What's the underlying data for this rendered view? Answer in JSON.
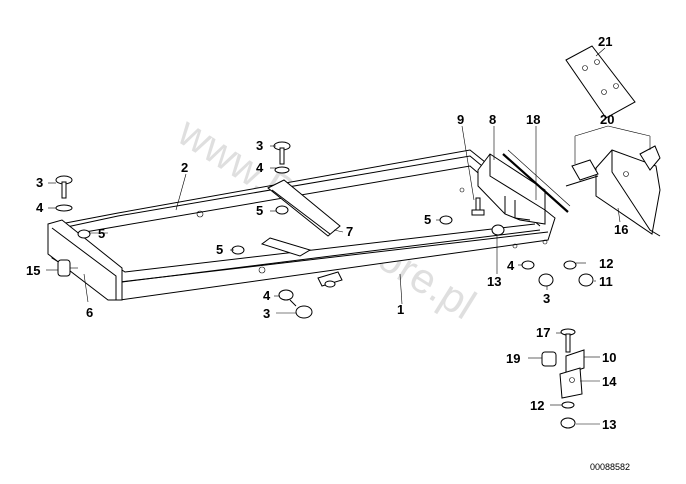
{
  "watermark": "www.BMWstore.pl",
  "reference_number": "00088582",
  "callouts": {
    "c21": "21",
    "c20": "20",
    "c18": "18",
    "c9": "9",
    "c8": "8",
    "c16": "16",
    "c3_top": "3",
    "c4_top": "4",
    "c5_top": "5",
    "c2": "2",
    "c3_left": "3",
    "c4_left": "4",
    "c5_left": "5",
    "c15": "15",
    "c6": "6",
    "c5_mid": "5",
    "c4_mid": "4",
    "c3_mid": "3",
    "c7": "7",
    "c1": "1",
    "c5_right": "5",
    "c13_right": "13",
    "c4_right": "4",
    "c3_right": "3",
    "c12_right": "12",
    "c11": "11",
    "c17": "17",
    "c19": "19",
    "c10": "10",
    "c14": "14",
    "c12_bottom": "12",
    "c13_bottom": "13"
  }
}
